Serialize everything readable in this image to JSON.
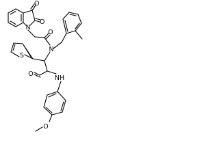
{
  "molecule": {
    "atoms": {
      "o_top1": "O",
      "o_top2": "O",
      "n_isatin": "N",
      "o_amide1": "O",
      "n_amide": "N",
      "s_thiophene": "S",
      "o_amide2": "O",
      "nh_amide": "NH",
      "o_methoxy": "O"
    }
  },
  "colors": {
    "bond": "#000000",
    "background": "#ffffff"
  }
}
